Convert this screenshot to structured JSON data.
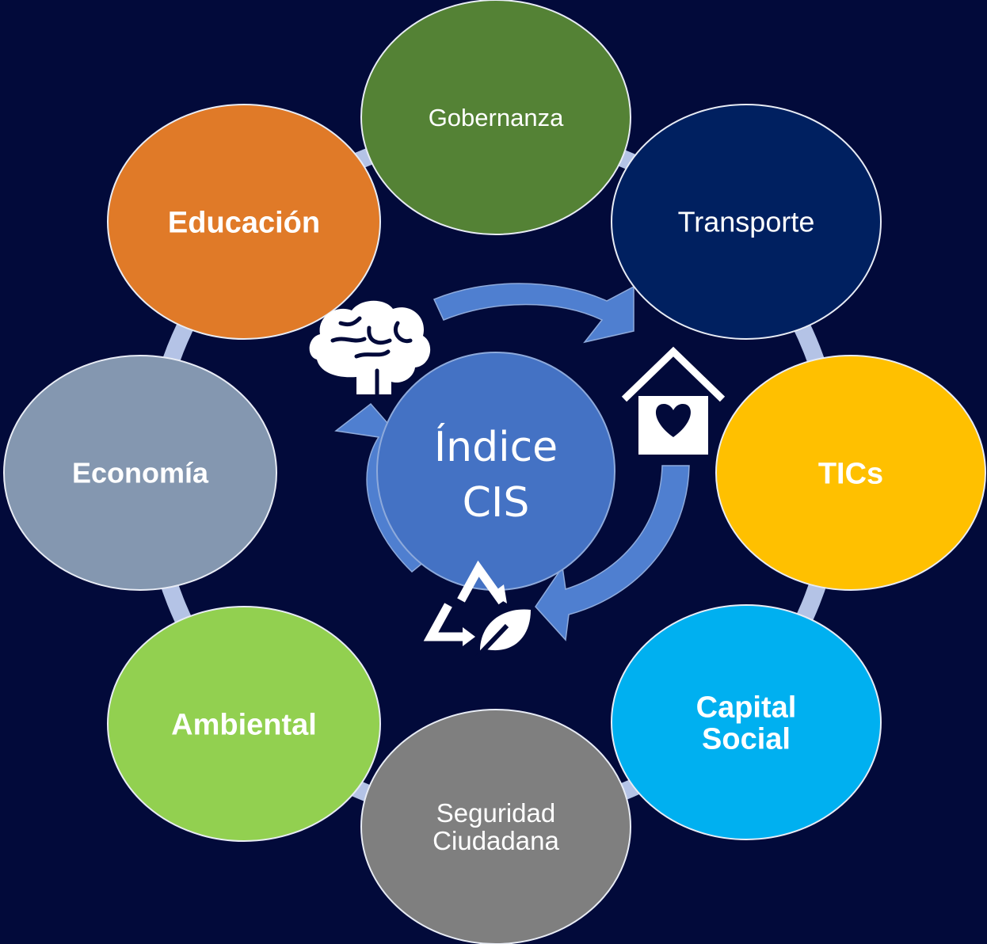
{
  "center": {
    "line1": "Índice",
    "line2": "CIS",
    "color": "#4472c4"
  },
  "ring_color": "#b4c3e6",
  "nodes": [
    {
      "id": "gobernanza",
      "lines": [
        "Gobernanza"
      ],
      "color": "#548235",
      "bold": false
    },
    {
      "id": "transporte",
      "lines": [
        "Transporte"
      ],
      "color": "#002060",
      "bold": false
    },
    {
      "id": "tics",
      "lines": [
        "TICs"
      ],
      "color": "#ffc000",
      "bold": true
    },
    {
      "id": "capital-social",
      "lines": [
        "Capital",
        "Social"
      ],
      "color": "#00b0f0",
      "bold": true
    },
    {
      "id": "seguridad-ciudadana",
      "lines": [
        "Seguridad",
        "Ciudadana"
      ],
      "color": "#7f7f7f",
      "bold": false
    },
    {
      "id": "ambiental",
      "lines": [
        "Ambiental"
      ],
      "color": "#92d050",
      "bold": true
    },
    {
      "id": "economia",
      "lines": [
        "Economía"
      ],
      "color": "#8497b0",
      "bold": true
    },
    {
      "id": "educacion",
      "lines": [
        "Educación"
      ],
      "color": "#e07a28",
      "bold": true
    }
  ],
  "icons": [
    "brain-icon",
    "house-heart-icon",
    "recycle-leaf-icon"
  ]
}
